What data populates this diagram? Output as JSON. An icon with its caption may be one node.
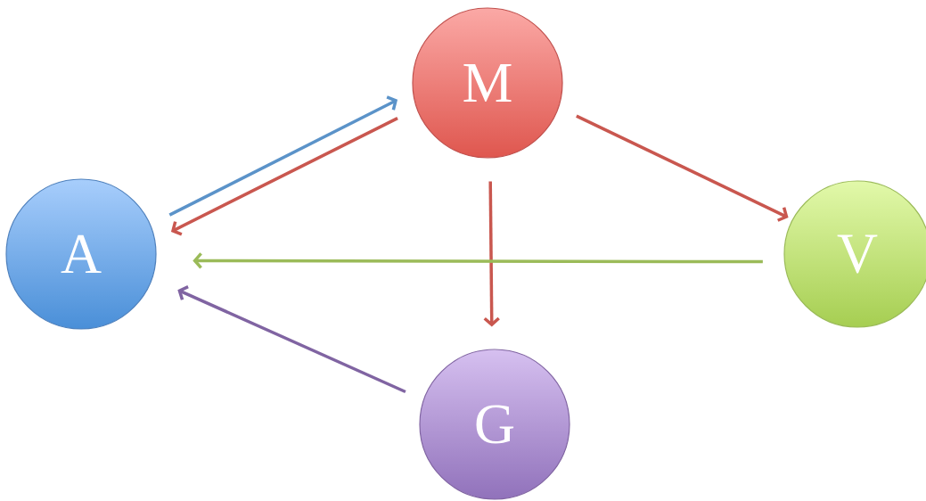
{
  "diagram": {
    "nodes": [
      {
        "text": [
          "M"
        ]
      },
      {
        "text": [
          "A"
        ]
      },
      {
        "text": [
          "V"
        ]
      },
      {
        "text": [
          "G"
        ]
      }
    ],
    "edges": [
      {
        "from": 1,
        "to": 0,
        "arrow": "to",
        "color": "#5b93c9"
      },
      {
        "from": 0,
        "to": 1,
        "arrow": "to"
      },
      {
        "from": 0,
        "to": 2,
        "arrow": "to"
      },
      {
        "from": 0,
        "to": 3,
        "arrow": "to"
      },
      {
        "from": 2,
        "to": 1,
        "arrow": "to",
        "color": "#9bbb59"
      },
      {
        "from": 3,
        "to": 1,
        "arrow": "to",
        "color": "#8064a2"
      }
    ]
  }
}
